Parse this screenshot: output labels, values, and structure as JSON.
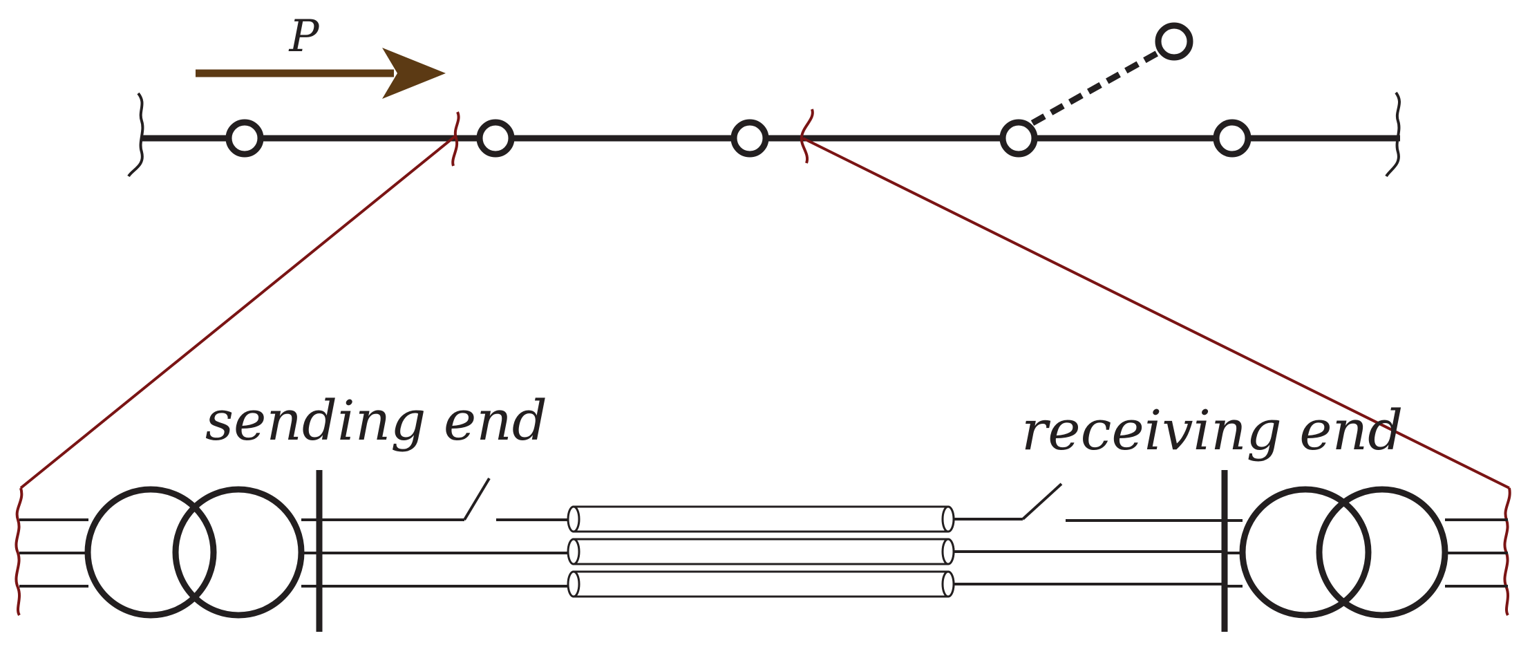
{
  "labels": {
    "power_flow": "P",
    "sending_end": "sending end",
    "receiving_end": "receiving end"
  },
  "colors": {
    "line": "#231f20",
    "arrow": "#5c3a14",
    "callout": "#7a1414",
    "node_fill": "#ffffff"
  },
  "icons": {
    "bus_node": "circle-node",
    "transformer": "two-winding-transformer-symbol",
    "breaker": "open-switch-symbol",
    "cable": "three-core-cable-symbol",
    "break_mark": "line-break-squiggle"
  }
}
